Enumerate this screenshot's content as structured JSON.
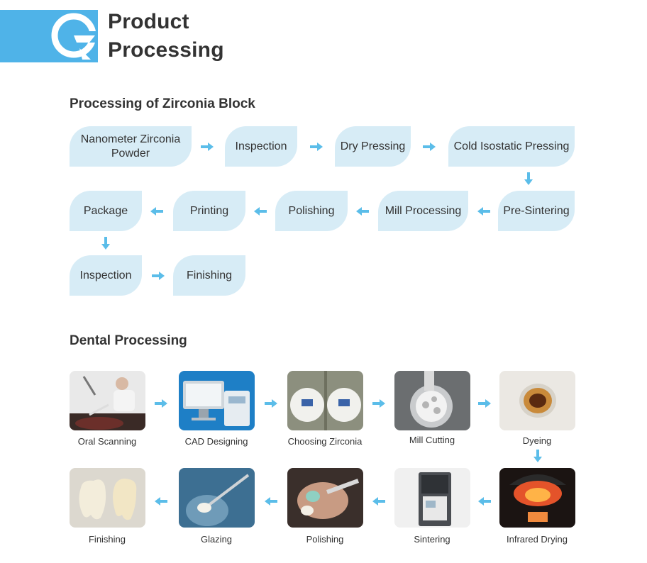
{
  "header": {
    "title_line1": "Product",
    "title_line2": "Processing"
  },
  "zirconia": {
    "title": "Processing of Zirconia Block",
    "row1": [
      "Nanometer Zirconia Powder",
      "Inspection",
      "Dry Pressing",
      "Cold Isostatic Pressing"
    ],
    "row2": [
      "Package",
      "Printing",
      "Polishing",
      "Mill Processing",
      "Pre-Sintering"
    ],
    "row3": [
      "Inspection",
      "Finishing"
    ]
  },
  "dental": {
    "title": "Dental Processing",
    "row1": [
      "Oral Scanning",
      "CAD Designing",
      "Choosing Zirconia",
      "Mill Cutting",
      "Dyeing"
    ],
    "row2": [
      "Finishing",
      "Glazing",
      "Polishing",
      "Sintering",
      "Infrared Drying"
    ]
  },
  "colors": {
    "accent": "#4fb3e8",
    "box_fill": "#d7ecf6",
    "arrow": "#5bbde9"
  },
  "icons": [
    "logo-icon",
    "arrow-right-icon",
    "arrow-left-icon",
    "arrow-down-icon"
  ]
}
